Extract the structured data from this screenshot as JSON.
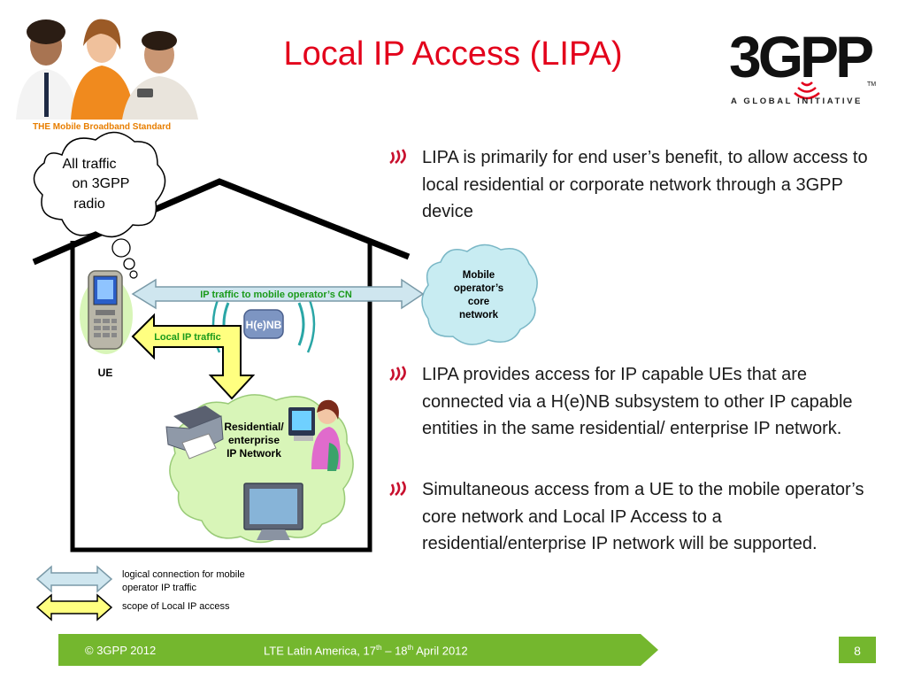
{
  "slide": {
    "title": "Local IP Access (LIPA)",
    "tagline": "THE Mobile Broadband Standard",
    "logo_text": "3GPP",
    "logo_sub": "A GLOBAL INITIATIVE",
    "logo_tm": "TM"
  },
  "bullets": [
    {
      "text": "LIPA is primarily for end user’s benefit, to allow access to local residential or corporate network through a 3GPP device"
    },
    {
      "text": "LIPA provides access for IP capable UEs that are connected via a H(e)NB subsystem to other IP capable entities in the same residential/ enterprise IP network."
    },
    {
      "text": "Simultaneous access from a UE to the mobile operator’s core network and Local IP Access to a residential/enterprise IP network will be supported."
    }
  ],
  "diagram": {
    "thought_cloud": [
      "All traffic",
      "on 3GPP",
      "radio"
    ],
    "core_cloud": [
      "Mobile",
      "operator’s",
      "core",
      "network"
    ],
    "ip_traffic_label": "IP traffic to mobile operator’s CN",
    "local_traffic_label": "Local IP traffic",
    "henb_label": "H(e)NB",
    "ue_label": "UE",
    "res_network": [
      "Residential/",
      "enterprise",
      "IP Network"
    ],
    "legend": {
      "logical_1": "logical connection for mobile",
      "logical_2": "operator IP traffic",
      "scope": "scope of Local IP access"
    }
  },
  "footer": {
    "copyright": "© 3GPP 2012",
    "event": "LTE Latin America, 17th – 18th April 2012",
    "page": "8"
  },
  "colors": {
    "title": "#e3001b",
    "footer_green": "#74b72e",
    "arrow_blue": "#cfe6ef",
    "arrow_yellow": "#ffff80",
    "cloud_green": "#d8f5b8",
    "cloud_blue": "#c8ecf2",
    "label_green": "#1a9a1a"
  }
}
